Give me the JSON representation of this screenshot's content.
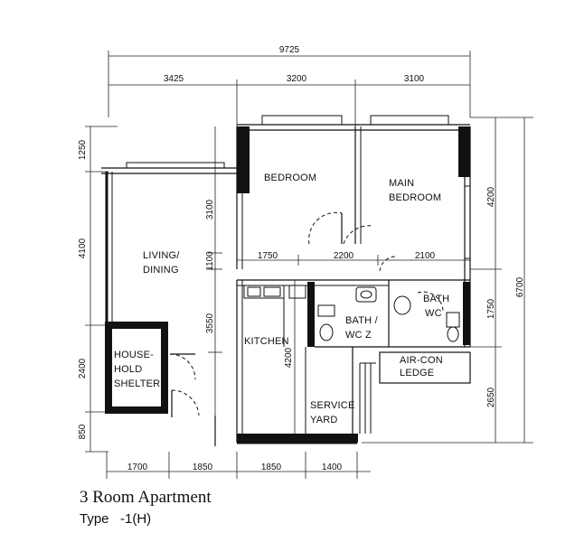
{
  "title": "3 Room Apartment",
  "subtitle": "Type   -1(H)",
  "dimensions": {
    "top_total": "9725",
    "top": [
      "3425",
      "3200",
      "3100"
    ],
    "left": [
      "1250",
      "4100",
      "2400",
      "850"
    ],
    "bottom": [
      "1700",
      "1850",
      "1850",
      "1400"
    ],
    "right": [
      "4200",
      "1750",
      "2650"
    ],
    "right_total": "6700",
    "interior_vertical": [
      "3100",
      "1100",
      "3550",
      "4200"
    ],
    "interior_horizontal": [
      "1750",
      "2200",
      "2100"
    ]
  },
  "rooms": {
    "bedroom": "BEDROOM",
    "main_bedroom": [
      "MAIN",
      "BEDROOM"
    ],
    "living_dining": [
      "LIVING/",
      "DINING"
    ],
    "household_shelter": [
      "HOUSE-",
      "HOLD",
      "SHELTER"
    ],
    "kitchen": "KITCHEN",
    "service_yard": [
      "SERVICE",
      "YARD"
    ],
    "bath_wc_1": [
      "BATH /",
      "WC  Z"
    ],
    "bath_wc_2": [
      "BATH",
      "WC"
    ],
    "aircon_ledge": [
      "AIR-CON",
      "LEDGE"
    ]
  }
}
